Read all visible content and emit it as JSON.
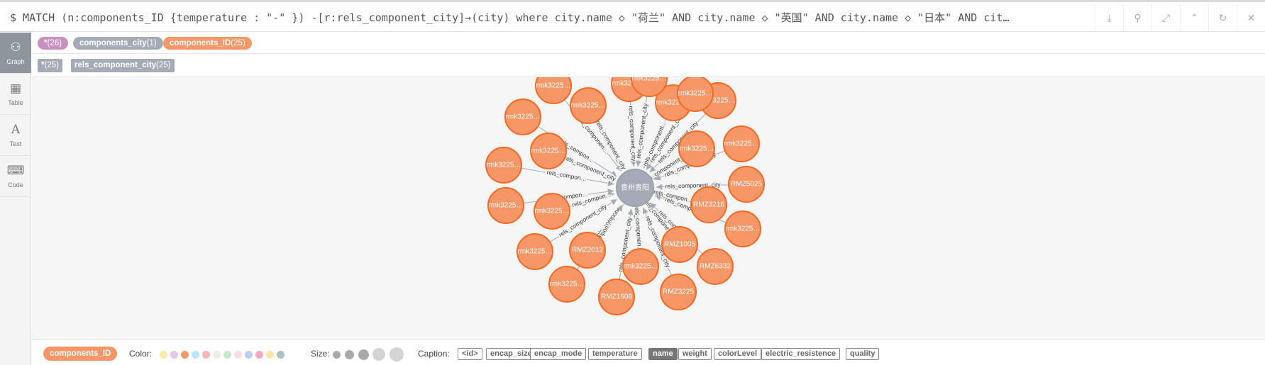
{
  "query": {
    "text": "$ MATCH (n:components_ID {temperature : \"-\" }) -[r:rels_component_city]→(city) where  city.name ◇ \"荷兰\" AND city.name ◇ \"英国\" AND city.name ◇ \"日本\" AND cit…",
    "actions": [
      "download-icon",
      "pin-icon",
      "expand-icon",
      "collapse-up-icon",
      "rerun-icon",
      "close-icon"
    ]
  },
  "sidebar": {
    "items": [
      {
        "label": "Graph",
        "icon": "graph-icon",
        "active": true
      },
      {
        "label": "Table",
        "icon": "table-icon",
        "active": false
      },
      {
        "label": "Text",
        "icon": "text-icon",
        "active": false
      },
      {
        "label": "Code",
        "icon": "code-icon",
        "active": false
      }
    ]
  },
  "node_labels": [
    {
      "name": "*",
      "count": "(26)",
      "color": "#c990c0"
    },
    {
      "name": "components_city",
      "count": "(1)",
      "color": "#a5abb6"
    },
    {
      "name": "components_ID",
      "count": "(25)",
      "color": "#f79767"
    }
  ],
  "rel_types": [
    {
      "name": "*",
      "count": "(25)"
    },
    {
      "name": "rels_component_city",
      "count": "(25)"
    }
  ],
  "graph": {
    "center_node": "贵州贵阳",
    "center_color": "#a5abb6",
    "node_color": "#f79767",
    "node_stroke": "#f36924",
    "rel_label": "rels_component_city",
    "leaf_nodes": [
      "rmk3225…",
      "rmk3225…",
      "rmk3225…",
      "rmk3225…",
      "rmk3225…",
      "rmk3225…",
      "rmk3225…",
      "rmk3225…",
      "rmk3225…",
      "rmk3225…",
      "RMZ5025",
      "rmk3225…",
      "RMZ3216",
      "rmk3225…",
      "rmk3225…",
      "RMZ1005",
      "RMZ6332",
      "RMZ2012",
      "rmk3225…",
      "rmk3225…",
      "rmk3225…",
      "RMZ3225",
      "RMZ1608",
      "rmk3225…",
      "rmk3225…"
    ],
    "edge_labels": [
      "rels_componen…",
      "rels_component_city",
      "rels_component_city",
      "rels_component…",
      "rels_component_city",
      "rels_compon…",
      "rels_component_city",
      "rels_component_city",
      "rels_component_city",
      "rels_compon…",
      "rels_component_city",
      "rels_compon…",
      "rels_compon…",
      "rels_compon…",
      "rels_component_city",
      "rels_compone…",
      "rels_component…",
      "rels_compone…",
      "rels_component_city",
      "rels_componen…",
      "rels_compon…",
      "rels_component_city",
      "rels_component_city",
      "rels_component_city",
      "rels_component_city"
    ]
  },
  "bottom": {
    "selected_label": "components_ID",
    "color_label": "Color:",
    "size_label": "Size:",
    "caption_label": "Caption:",
    "colors": [
      "#fbeaa8",
      "#e4c7ea",
      "#f79767",
      "#b7e6f8",
      "#f7b6b4",
      "#ecebe4",
      "#c7e8c6",
      "#f7dde5",
      "#b9d0f0",
      "#f3a9c4",
      "#fde5a7",
      "#b0c2bc"
    ],
    "captions": [
      "<id>",
      "encap_size",
      "encap_mode",
      "temperature",
      "name",
      "weight",
      "colorLevel",
      "electric_resistence",
      "quality"
    ],
    "selected_caption": "name"
  }
}
